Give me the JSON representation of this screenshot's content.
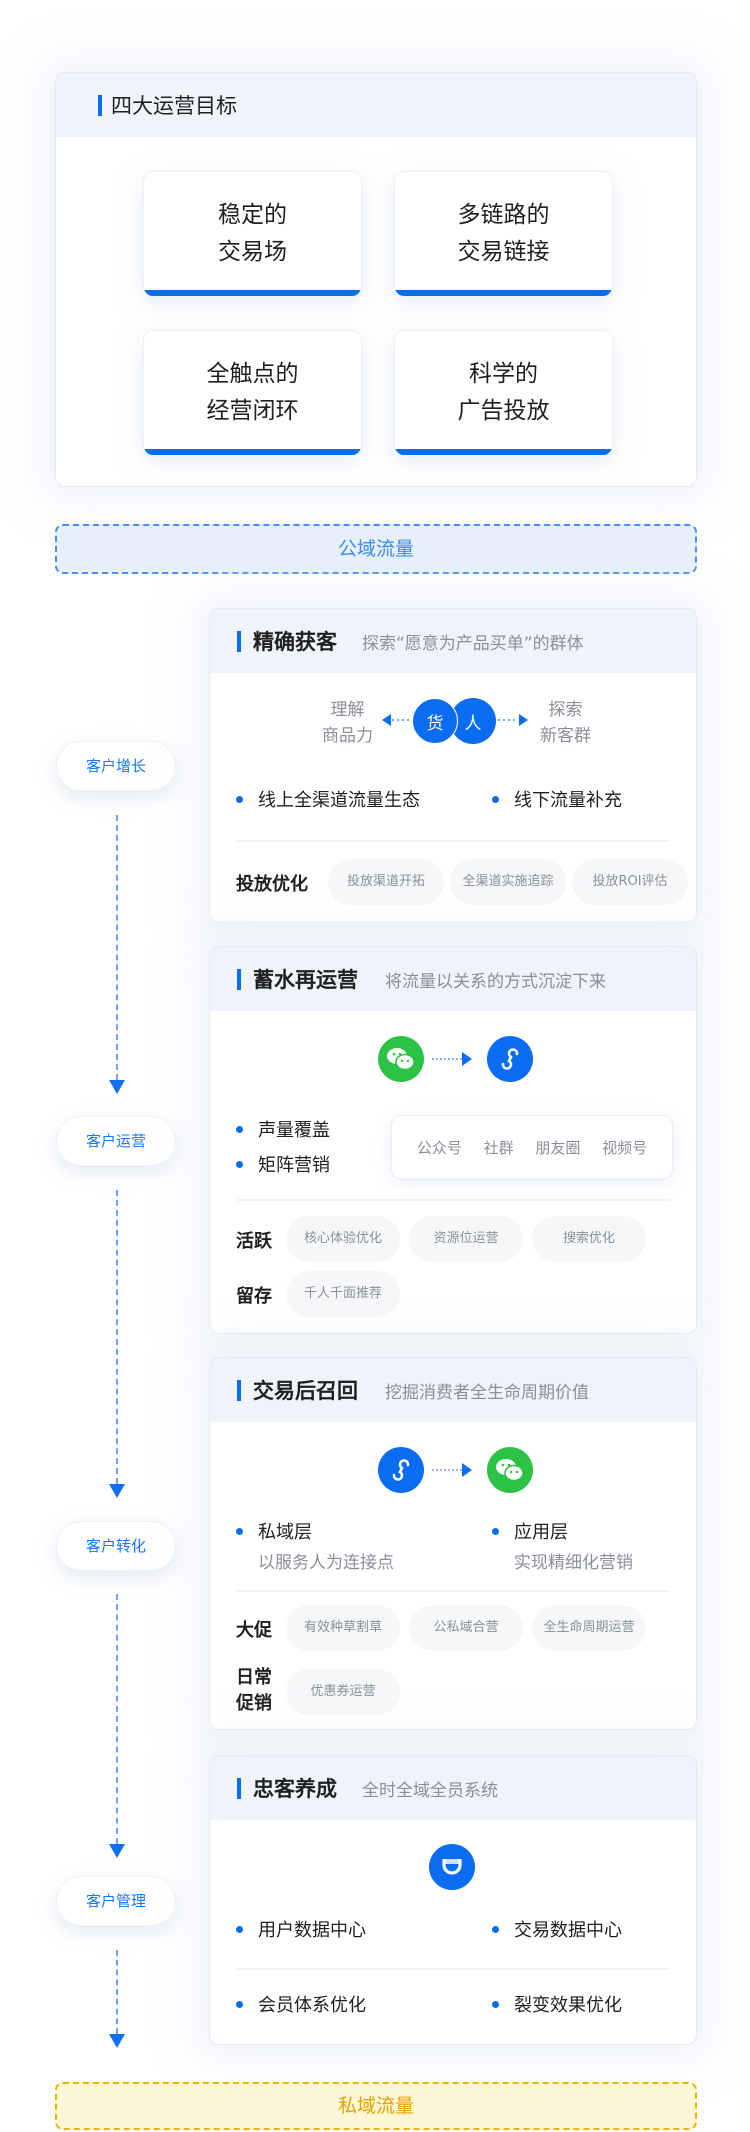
{
  "goals": {
    "title": "四大运营目标",
    "tiles": [
      [
        "稳定的",
        "交易场"
      ],
      [
        "多链路的",
        "交易链接"
      ],
      [
        "全触点的",
        "经营闭环"
      ],
      [
        "科学的",
        "广告投放"
      ]
    ]
  },
  "public_flow": "公域流量",
  "private_flow": "私域流量",
  "stages": [
    "客户增长",
    "客户运营",
    "客户转化",
    "客户管理"
  ],
  "s1": {
    "title": "精确获客",
    "subtitle": "探索“愿意为产品买单”的群体",
    "left": [
      "理解",
      "商品力"
    ],
    "right": [
      "探索",
      "新客群"
    ],
    "c1": "货",
    "c2": "人",
    "b1": "线上全渠道流量生态",
    "b2": "线下流量补充",
    "row_label": "投放优化",
    "chips": [
      "投放渠道开拓",
      "全渠道实施追踪",
      "投放ROI评估"
    ]
  },
  "s2": {
    "title": "蓄水再运营",
    "subtitle": "将流量以关系的方式沉淀下来",
    "b1": "声量覆盖",
    "b2": "矩阵营销",
    "channels": [
      "公众号",
      "社群",
      "朋友圈",
      "视频号"
    ],
    "row1_label": "活跃",
    "row1": [
      "核心体验优化",
      "资源位运营",
      "搜索优化"
    ],
    "row2_label": "留存",
    "row2": [
      "千人千面推荐"
    ]
  },
  "s3": {
    "title": "交易后召回",
    "subtitle": "挖掘消费者全生命周期价值",
    "l_title": "私域层",
    "l_sub": "以服务人为连接点",
    "r_title": "应用层",
    "r_sub": "实现精细化营销",
    "row1_label": "大促",
    "row1": [
      "有效种草割草",
      "公私域合营",
      "全生命周期运营"
    ],
    "row2_label": [
      "日常",
      "促销"
    ],
    "row2": [
      "优惠券运营"
    ]
  },
  "s4": {
    "title": "忠客养成",
    "subtitle": "全时全域全员系统",
    "items": [
      "用户数据中心",
      "交易数据中心",
      "会员体系优化",
      "裂变效果优化"
    ]
  },
  "colors": {
    "accent": "#0a6cf0",
    "wechat": "#2cc245",
    "private": "#e8a200"
  }
}
